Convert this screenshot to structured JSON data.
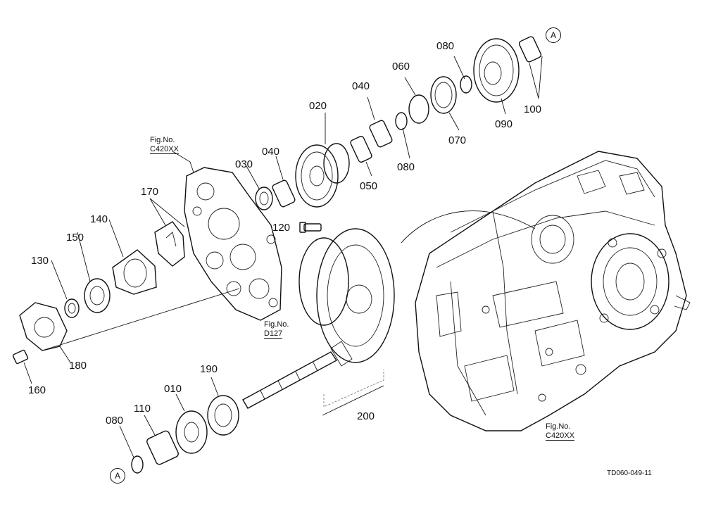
{
  "labels": {
    "p010": "010",
    "p020": "020",
    "p030": "030",
    "p040a": "040",
    "p040b": "040",
    "p050": "050",
    "p060": "060",
    "p070": "070",
    "p080a": "080",
    "p080b": "080",
    "p080c": "080",
    "p090": "090",
    "p100": "100",
    "p110": "110",
    "p120": "120",
    "p130": "130",
    "p140": "140",
    "p150": "150",
    "p160": "160",
    "p170": "170",
    "p180": "180",
    "p190": "190",
    "p200": "200"
  },
  "refs": {
    "figA_line1": "Fig.No.",
    "figA_line2": "C420XX",
    "figB_line1": "Fig.No.",
    "figB_line2": "D127",
    "figC_line1": "Fig.No.",
    "figC_line2": "C420XX"
  },
  "markers": {
    "top": "A",
    "bottom": "A"
  },
  "drawing_code": "TD060-049-11"
}
